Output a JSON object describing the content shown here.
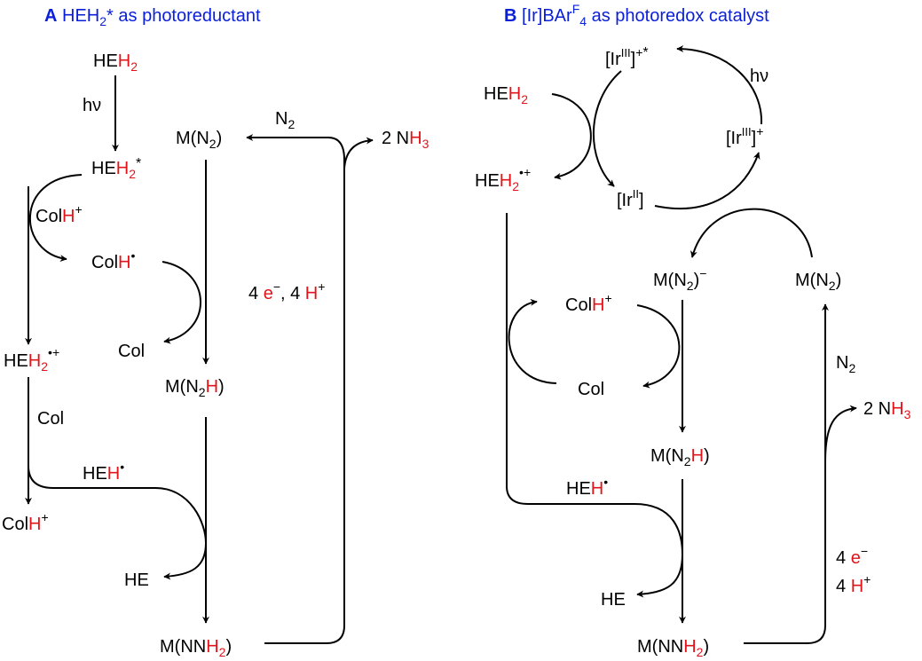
{
  "colors": {
    "text": "#000000",
    "highlight": "#e0141a",
    "title": "#0a1fd8"
  },
  "panel_a": {
    "letter": "A",
    "title_pre": " HEH",
    "title_sub": "2",
    "title_post": "* as photoreductant",
    "species": {
      "heh2_e": "HE",
      "heh2_h": "H",
      "heh2_sub": "2",
      "hv": "hν",
      "heh2star_e": "HE",
      "heh2star_h": "H",
      "heh2star_sub": "2",
      "heh2star_sup": "*",
      "colh_plus_col": "Col",
      "colh_plus_h": "H",
      "colh_plus_sup": "+",
      "colh_rad_col": "Col",
      "colh_rad_h": "H",
      "colh_rad_dot": "•",
      "col": "Col",
      "hehrad_e": "HE",
      "hehrad_h": "H",
      "hehrad_sub": "2",
      "hehrad_sup": "•+",
      "col2": "Col",
      "heh_rad_e": "HE",
      "heh_rad_h": "H",
      "heh_rad_dot": "•",
      "colh2_col": "Col",
      "colh2_h": "H",
      "colh2_sup": "+",
      "he": "HE",
      "mn2_a": "M(N",
      "mn2_sub": "2",
      "mn2_b": ")",
      "mn2h_a": "M(N",
      "mn2h_sub": "2",
      "mn2h_h": "H",
      "mn2h_b": ")",
      "mnnh2_a": "M(NN",
      "mnnh2_h": "H",
      "mnnh2_sub": "2",
      "mnnh2_b": ")",
      "n2_a": "N",
      "n2_sub": "2",
      "nh3_a": "2 N",
      "nh3_h": "H",
      "nh3_sub": "3",
      "elec_a": "4 ",
      "elec_e": "e",
      "elec_sup": "−",
      "elec_b": ", 4 ",
      "elec_h": "H",
      "elec_sup2": "+"
    }
  },
  "panel_b": {
    "letter": "B",
    "title_pre": " [Ir]BAr",
    "title_sup": "F",
    "title_sub": "4",
    "title_post": " as photoredox catalyst",
    "species": {
      "ir3star_a": "[Ir",
      "ir3star_sup": "III",
      "ir3star_b": "]",
      "ir3star_sup2": "+",
      "ir3star_sup3": "*",
      "hv": "hν",
      "ir3_a": "[Ir",
      "ir3_sup": "III",
      "ir3_b": "]",
      "ir3_sup2": "+",
      "ir2_a": "[Ir",
      "ir2_sup": "II",
      "ir2_b": "]",
      "heh2_e": "HE",
      "heh2_h": "H",
      "heh2_sub": "2",
      "hehrad_e": "HE",
      "hehrad_h": "H",
      "hehrad_sub": "2",
      "hehrad_sup": "•+",
      "mn2m_a": "M(N",
      "mn2m_sub": "2",
      "mn2m_b": ")",
      "mn2m_sup": "−",
      "mn2_a": "M(N",
      "mn2_sub": "2",
      "mn2_b": ")",
      "colh_col": "Col",
      "colh_h": "H",
      "colh_sup": "+",
      "col": "Col",
      "n2_a": "N",
      "n2_sub": "2",
      "nh3_a": "2 N",
      "nh3_h": "H",
      "nh3_sub": "3",
      "mn2h_a": "M(N",
      "mn2h_sub": "2",
      "mn2h_h": "H",
      "mn2h_b": ")",
      "heh_rad_e": "HE",
      "heh_rad_h": "H",
      "heh_rad_dot": "•",
      "he": "HE",
      "mnnh2_a": "M(NN",
      "mnnh2_h": "H",
      "mnnh2_sub": "2",
      "mnnh2_b": ")",
      "e_a": "4 ",
      "e_e": "e",
      "e_sup": "−",
      "h_a": "4 ",
      "h_h": "H",
      "h_sup": "+"
    }
  }
}
